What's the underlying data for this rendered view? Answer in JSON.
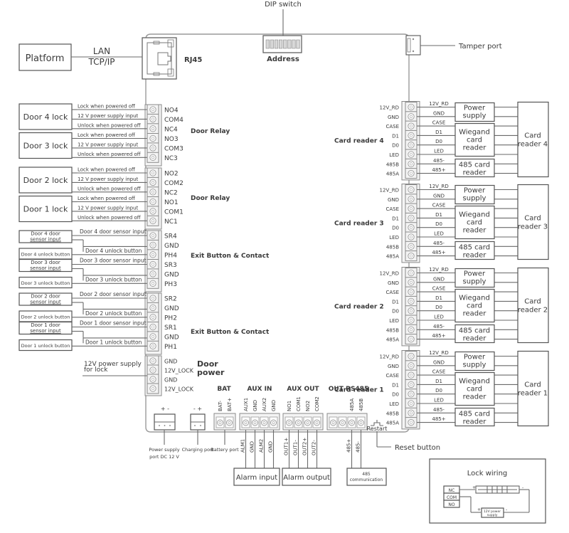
{
  "top": {
    "dip_switch_label": "DIP switch",
    "address_label": "Address",
    "rj45_label": "RJ45",
    "tamper_label": "Tamper port",
    "platform_label": "Platform",
    "lan_label": "LAN",
    "tcpip_label": "TCP/IP"
  },
  "door_relay": {
    "section_label": "Door Relay",
    "wire_labels": [
      "Lock when powered off",
      "12 V power supply input",
      "Unlock when powered off"
    ],
    "groups": [
      {
        "lock": "Door 4 lock",
        "pins": [
          "NO4",
          "COM4",
          "NC4"
        ]
      },
      {
        "lock": "Door 3 lock",
        "pins": [
          "NO3",
          "COM3",
          "NC3"
        ]
      },
      {
        "lock": "Door 2 lock",
        "pins": [
          "NO2",
          "COM2",
          "NC2"
        ]
      },
      {
        "lock": "Door 1 lock",
        "pins": [
          "NO1",
          "COM1",
          "NC1"
        ]
      }
    ]
  },
  "exit_button": {
    "section_label": "Exit Button & Contact",
    "groups": [
      {
        "sensor_box": [
          "Door 4 door",
          "sensor input"
        ],
        "button_box": "Door 4 unlock button",
        "sensor_wire": "Door 4 door sensor input",
        "button_wire": "Door 4 unlock button",
        "pins": [
          "SR4",
          "GND",
          "PH4"
        ]
      },
      {
        "sensor_box": [
          "Door 3 door",
          "sensor input"
        ],
        "button_box": "Door 3 unlock button",
        "sensor_wire": "Door 3 door sensor input",
        "button_wire": "Door 3 unlock button",
        "pins": [
          "SR3",
          "GND",
          "PH3"
        ]
      },
      {
        "sensor_box": [
          "Door 2 door",
          "sensor input"
        ],
        "button_box": "Door 2 unlock button",
        "sensor_wire": "Door 2 door sensor input",
        "button_wire": "Door 2 unlock button",
        "pins": [
          "SR2",
          "GND",
          "PH2"
        ]
      },
      {
        "sensor_box": [
          "Door 1 door",
          "sensor input"
        ],
        "button_box": "Door 1 unlock button",
        "sensor_wire": "Door 1 door sensor input",
        "button_wire": "Door 1 unlock button",
        "pins": [
          "SR1",
          "GND",
          "PH1"
        ]
      }
    ]
  },
  "door_power": {
    "section_label": [
      "Door",
      "power"
    ],
    "supply_label": [
      "12V power supply",
      "for lock"
    ],
    "pins": [
      "GND",
      "12V_LOCK",
      "GND",
      "12V_LOCK"
    ]
  },
  "card_readers": {
    "pins": [
      "12V_RD",
      "GND",
      "CASE",
      "D1",
      "D0",
      "LED",
      "485B",
      "485A"
    ],
    "wires": [
      "12V_RD",
      "GND",
      "CASE",
      "D1",
      "D0",
      "LED",
      "485-",
      "485+"
    ],
    "power_box": [
      "Power",
      "supply"
    ],
    "wiegand_box": [
      "Wiegand",
      "card",
      "reader"
    ],
    "rs485_box": [
      "485 card",
      "reader"
    ],
    "readers": [
      {
        "label": "Card reader 4",
        "device": [
          "Card",
          "reader 4"
        ]
      },
      {
        "label": "Card reader 3",
        "device": [
          "Card",
          "reader 3"
        ]
      },
      {
        "label": "Card reader 2",
        "device": [
          "Card",
          "reader 2"
        ]
      },
      {
        "label": "Card reader 1",
        "device": [
          "Card",
          "reader 1"
        ]
      }
    ]
  },
  "bottom": {
    "power_port": {
      "polarity": "+ -",
      "label": [
        "Power supply",
        "port DC 12 V"
      ]
    },
    "charging_port": {
      "polarity": "- +",
      "label": "Charging port"
    },
    "bat": {
      "section_label": "BAT",
      "pins": [
        "BAT-",
        "BAT+"
      ],
      "label": "Battery port"
    },
    "aux_in": {
      "section_label": "AUX IN",
      "pins": [
        "AUX1",
        "GND",
        "AUX2",
        "GND"
      ],
      "wires": [
        "ALM1",
        "GND",
        "ALM2",
        "GND"
      ],
      "box": "Alarm input"
    },
    "aux_out": {
      "section_label": "AUX OUT",
      "pins": [
        "NO1",
        "COM1",
        "NO2",
        "COM2"
      ],
      "wires": [
        "OUT1+",
        "OUT1-",
        "OUT2+",
        "OUT2-"
      ],
      "box": "Alarm output"
    },
    "rs485": {
      "section_label": "OUT RS485",
      "pins": [
        "",
        "",
        "485A",
        "485B"
      ],
      "wires": [
        "485+",
        "485-"
      ],
      "box": "485 communication"
    },
    "restart_label": "Restart",
    "reset_label": "Reset button"
  },
  "lock_wiring": {
    "title": "Lock wiring",
    "pins": [
      "NC",
      "COM",
      "NO"
    ],
    "supply": [
      "12V power",
      "supply"
    ],
    "plus": "+",
    "minus": "-"
  }
}
